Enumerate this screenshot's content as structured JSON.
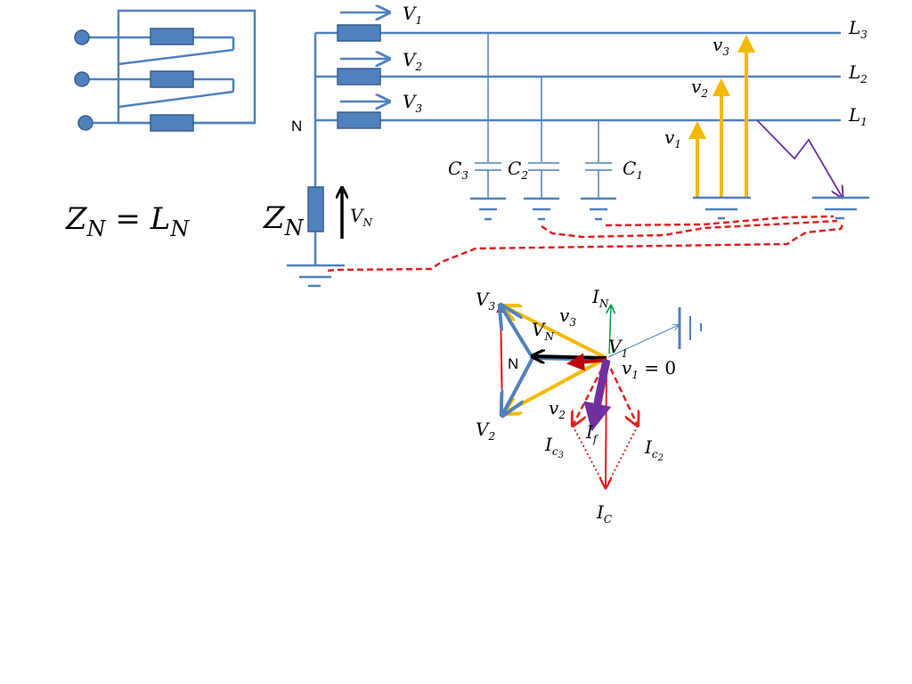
{
  "labels": {
    "V1": "V",
    "V1_sub": "1",
    "V2": "V",
    "V2_sub": "2",
    "V3": "V",
    "V3_sub": "3",
    "L1": "L",
    "L1_sub": "1",
    "L2": "L",
    "L2_sub": "2",
    "L3": "L",
    "L3_sub": "3",
    "v1": "v",
    "v1_sub": "1",
    "v2": "v",
    "v2_sub": "2",
    "v3": "v",
    "v3_sub": "3",
    "N": "N",
    "C1": "C",
    "C1_sub": "1",
    "C2": "C",
    "C2_sub": "2",
    "C3": "C",
    "C3_sub": "3",
    "ZN_eq_left": "Z",
    "ZN_eq_left_sub": "N",
    "ZN_eq_op": " = ",
    "ZN_eq_right": "L",
    "ZN_eq_right_sub": "N",
    "ZN": "Z",
    "ZN_sub": "N",
    "VN": "V",
    "VN_sub": "N"
  },
  "phasor": {
    "V1": "V",
    "V1_sub": "1",
    "V2": "V",
    "V2_sub": "2",
    "V3": "V",
    "V3_sub": "3",
    "VN": "V",
    "VN_sub": "N",
    "IN": "I",
    "IN_sub": "N",
    "v2": "v",
    "v2_sub": "2",
    "v3": "v",
    "v3_sub": "3",
    "v1_eq": "v",
    "v1_eq_sub": "1",
    "v1_eq_rest": " = 0",
    "N": "N",
    "If": "I",
    "If_sub": "f",
    "Ic3": "I",
    "Ic3_sub": "c",
    "Ic3_subsub": "3",
    "Ic2": "I",
    "Ic2_sub": "c",
    "Ic2_subsub": "2",
    "IC": "I",
    "IC_sub": "C"
  },
  "colors": {
    "conductor": "#4f81bd",
    "component_fill": "#4f81bd",
    "component_stroke": "#385d8a",
    "phase_voltage": "#f5b800",
    "current_red": "#e02020",
    "fault_purple": "#7030a0",
    "neutral_current_green": "#00a050",
    "black": "#000000"
  }
}
